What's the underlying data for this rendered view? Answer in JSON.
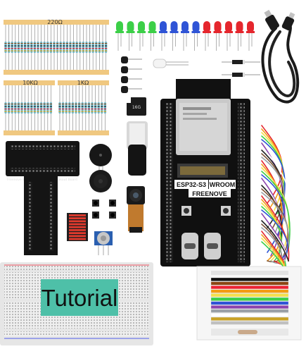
{
  "resistor_labels": {
    "r220": "220Ω",
    "r10k": "10KΩ",
    "r1k": "1KΩ"
  },
  "board": {
    "model_line1": "ESP32-S3",
    "model_line2": "WROOM",
    "brand": "FREENOVE",
    "shield_title": "Freenove ESP32-S3 WROOM Breakout Board"
  },
  "sd_card_label": "16G",
  "tutorial_label": "Tutorial",
  "colors": {
    "resistor_tape": "#f0c880",
    "resistor_body": "#6fb7c9",
    "led_green": "#3ccf48",
    "led_blue": "#2f54d6",
    "led_red": "#e5262d",
    "pcb_black": "#111111",
    "breadboard": "#ececec",
    "tutorial_banner": "#4ec0a8"
  },
  "icons": {
    "usb_cable": "usb-cable-icon",
    "buzzer": "buzzer-icon",
    "camera": "camera-icon",
    "potentiometer": "potentiometer-icon"
  }
}
